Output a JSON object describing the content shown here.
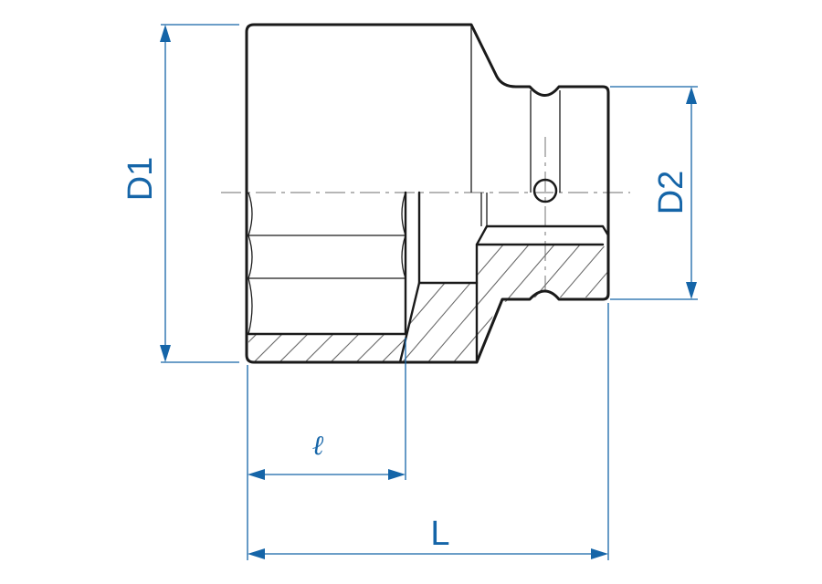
{
  "dimensions": {
    "d1": "D1",
    "d2": "D2",
    "socket_depth": "ℓ",
    "overall_length": "L"
  },
  "colors": {
    "dimension": "#1565a8",
    "outline": "#1a1a1a",
    "hatch": "#6a6a6a",
    "centerline": "#8a8a8a"
  }
}
